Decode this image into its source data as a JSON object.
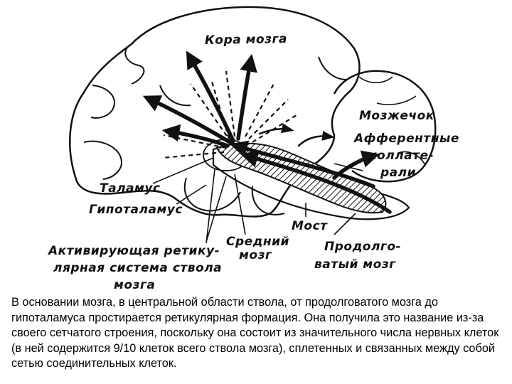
{
  "labels": {
    "cortex": "Кора мозга",
    "cerebellum": "Мозжечок",
    "afferent_1": "Афферентные",
    "afferent_2": "коллате-",
    "afferent_3": "рали",
    "thalamus": "Таламус",
    "hypothalamus": "Гипоталамус",
    "midbrain_1": "Средний",
    "midbrain_2": "мозг",
    "pons": "Мост",
    "medulla_1": "Продолго-",
    "medulla_2": "ватый мозг",
    "ras_1": "Активирующая ретику-",
    "ras_2": "лярная система ствола",
    "ras_3": "мозга"
  },
  "caption": "В основании мозга, в центральной области ствола, от продолговатого мозга до гипоталамуса простирается ретикулярная формация. Она получила это название из-за своего сетчатого строения, поскольку она состоит из значительного числа нервных клеток (в ней содержится 9/10 клеток всего ствола мозга), сплетенных и связанных между собой сетью соединительных клеток.",
  "colors": {
    "ink": "#111111",
    "background": "#ffffff"
  }
}
